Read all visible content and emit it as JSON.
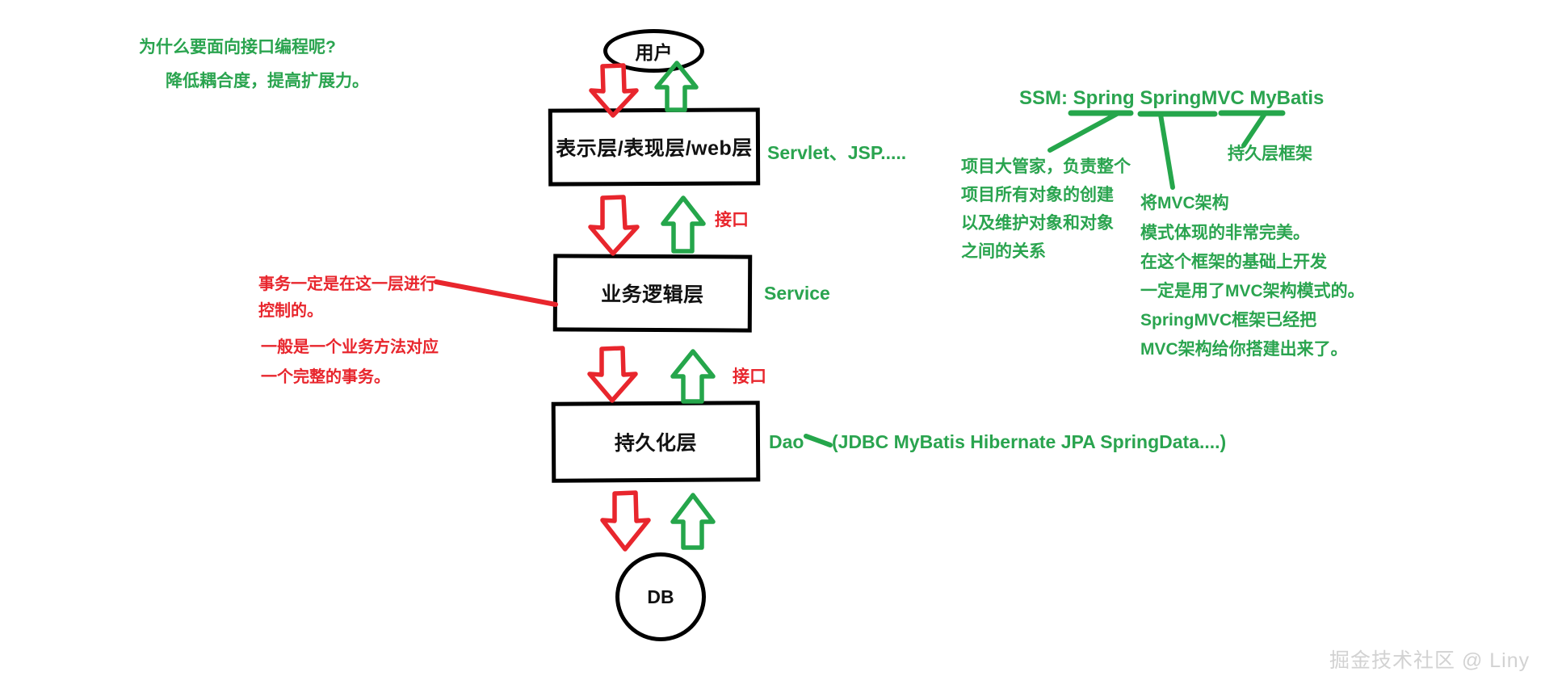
{
  "diagram": {
    "title_note": {
      "line1": "为什么要面向接口编程呢?",
      "line2": "降低耦合度，提高扩展力。"
    },
    "nodes": {
      "user": "用户",
      "web_layer": "表示层/表现层/web层",
      "service_layer": "业务逻辑层",
      "dao_layer": "持久化层",
      "db": "DB"
    },
    "side_labels": {
      "web_tech": "Servlet、JSP.....",
      "service_tech": "Service",
      "dao_tech": "Dao",
      "dao_tech_detail": "(JDBC MyBatis Hibernate JPA SpringData....)"
    },
    "interface_labels": {
      "web_service": "接口",
      "service_dao": "接口"
    },
    "red_notes": {
      "tx_line1": "事务一定是在这一层进行",
      "tx_line2": "控制的。",
      "tx_line3": "一般是一个业务方法对应",
      "tx_line4": "一个完整的事务。"
    },
    "ssm": {
      "heading_prefix": "SSM: ",
      "spring": "Spring",
      "springmvc": "SpringMVC",
      "mybatis": "MyBatis",
      "heading_full": "SSM: Spring SpringMVC MyBatis",
      "spring_desc": [
        "项目大管家，负责整个",
        "项目所有对象的创建",
        "以及维护对象和对象",
        "之间的关系"
      ],
      "springmvc_desc": [
        "将MVC架构",
        "模式体现的非常完美。",
        "在这个框架的基础上开发",
        "一定是用了MVC架构模式的。",
        "SpringMVC框架已经把",
        "MVC架构给你搭建出来了。"
      ],
      "mybatis_desc": "持久层框架"
    },
    "watermark": "掘金技术社区 @ Liny",
    "colors": {
      "green": "#2aa44f",
      "red": "#e8262d",
      "black": "#000000",
      "watermark_gray": "#d2d2d2"
    }
  }
}
